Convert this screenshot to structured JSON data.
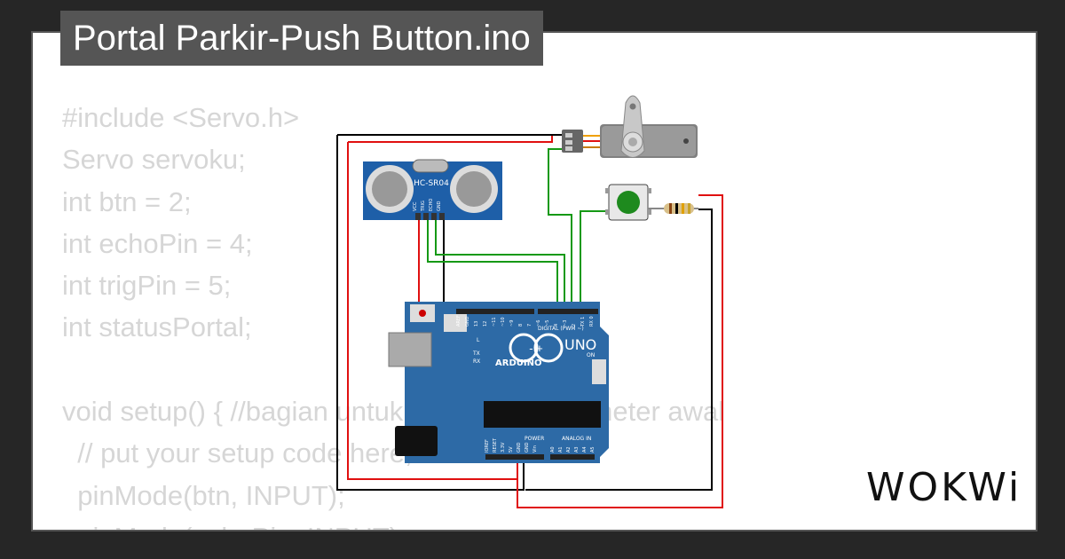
{
  "title": "Portal Parkir-Push Button.ino",
  "code_lines": [
    "#include <Servo.h>",
    "Servo servoku;",
    "int btn = 2;",
    "int echoPin = 4;",
    "int trigPin = 5;",
    "int statusPortal;",
    "",
    "void setup() { //bagian untuk mengatur parameter awal",
    "  // put your setup code here, to run once:",
    "  pinMode(btn, INPUT);",
    "  pinMode(echoPin, INPUT);"
  ],
  "logo": "WOKWi",
  "board": {
    "logo_text": "ARDUINO",
    "model": "UNO",
    "digital_label": "DIGITAL (PWM ~)",
    "power_label": "POWER",
    "analog_label": "ANALOG IN",
    "on_label": "ON",
    "l_label": "L",
    "tx_label": "TX",
    "rx_label": "RX",
    "digital_pins": [
      "AREF",
      "GND",
      "13",
      "12",
      "~11",
      "~10",
      "~9",
      "8",
      "7",
      "~6",
      "~5",
      "4",
      "~3",
      "2",
      "TX 1",
      "RX 0"
    ],
    "power_pins": [
      "IOREF",
      "RESET",
      "3.3V",
      "5V",
      "GND",
      "GND",
      "Vin"
    ],
    "analog_pins": [
      "A0",
      "A1",
      "A2",
      "A3",
      "A4",
      "A5"
    ]
  },
  "sensor": {
    "label": "HC-SR04",
    "pins": [
      "VCC",
      "TRIG",
      "ECHO",
      "GND"
    ]
  },
  "colors": {
    "background": "#262626",
    "card": "#ffffff",
    "title_bg": "#555555",
    "code_text": "#d6d6d6",
    "board": "#2d6aa6",
    "wire_black": "#000000",
    "wire_red": "#e01010",
    "wire_green": "#159915",
    "button_cap": "#1e8a1e"
  }
}
